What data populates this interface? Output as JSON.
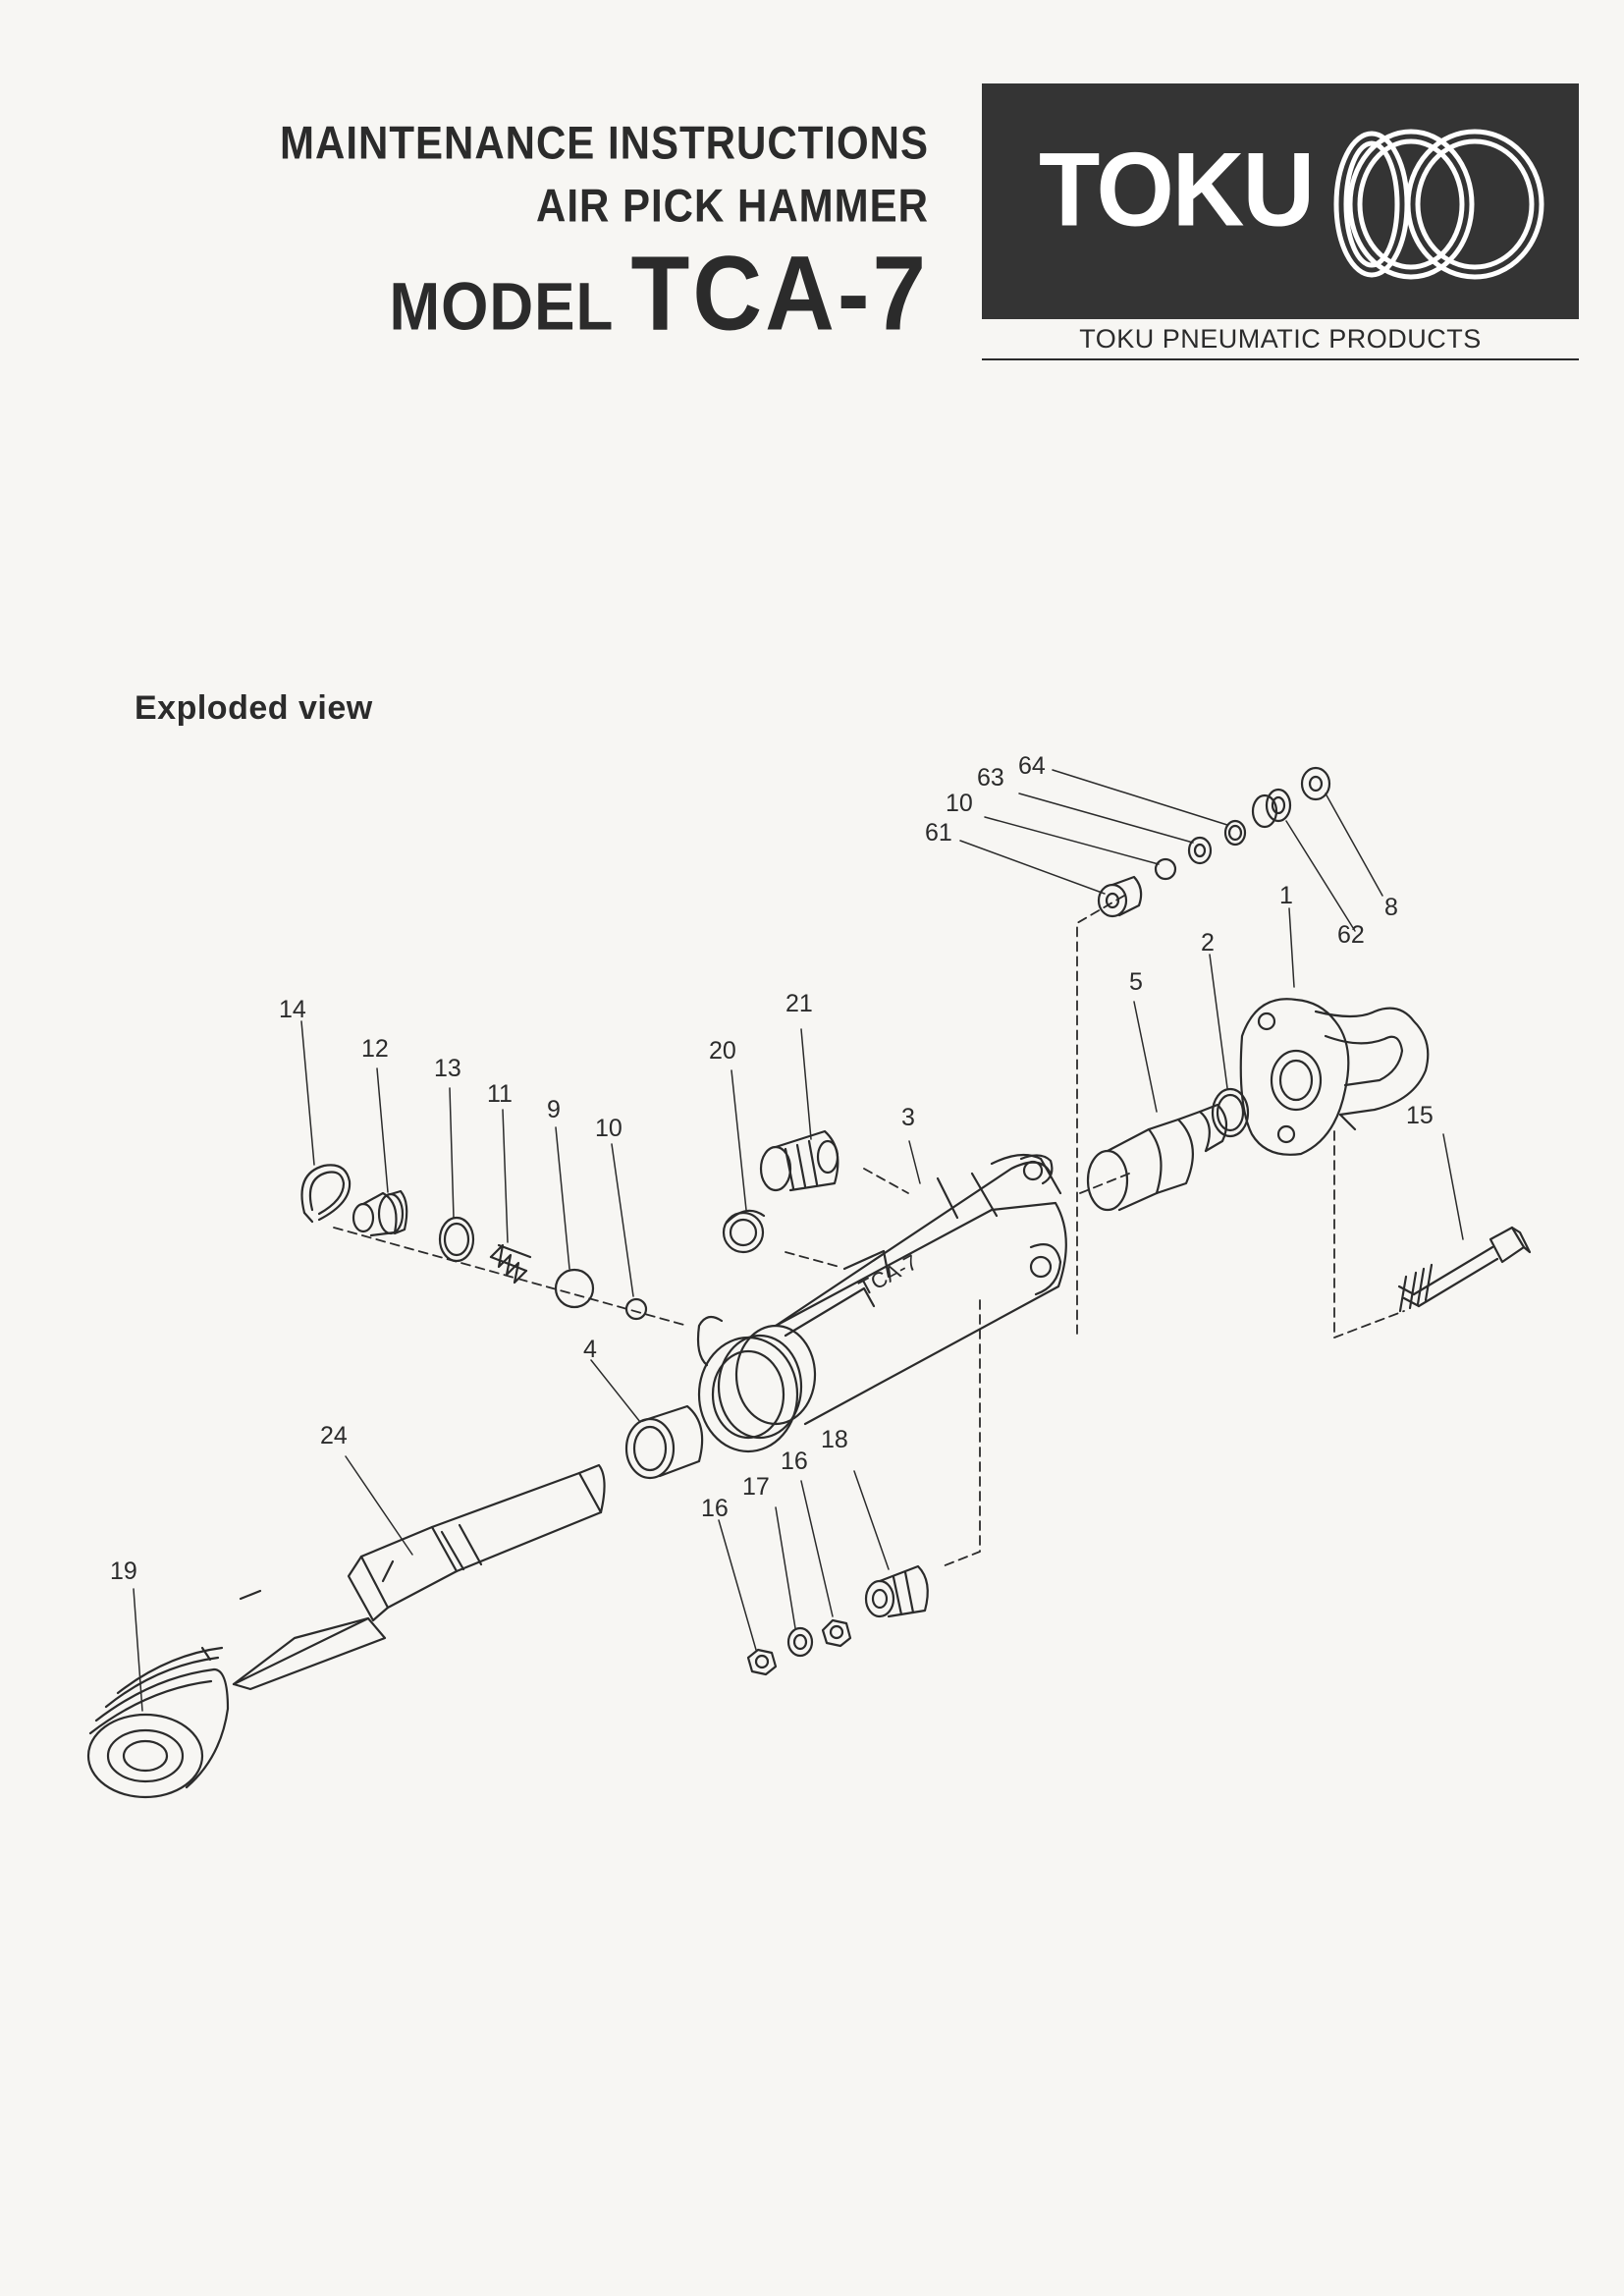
{
  "header": {
    "line1": "MAINTENANCE  INSTRUCTIONS",
    "line2": "AIR  PICK  HAMMER",
    "model_prefix": "MODEL",
    "model_number": "TCA-7"
  },
  "brand": {
    "logo_text": "TOKU",
    "subtitle": "TOKU PNEUMATIC PRODUCTS"
  },
  "section": {
    "title": "Exploded  view"
  },
  "part_numbers": {
    "p64": "64",
    "p63": "63",
    "p10a": "10",
    "p61": "61",
    "p8": "8",
    "p62": "62",
    "p1": "1",
    "p2": "2",
    "p5": "5",
    "p21": "21",
    "p20": "20",
    "p14": "14",
    "p12": "12",
    "p13": "13",
    "p11": "11",
    "p9": "9",
    "p10b": "10",
    "p3": "3",
    "p15": "15",
    "p4": "4",
    "p24": "24",
    "p18": "18",
    "p16a": "16",
    "p17": "17",
    "p16b": "16",
    "p19": "19"
  },
  "colors": {
    "ink": "#2b2b2b",
    "paper": "#f7f6f3",
    "logo_bg": "#343434"
  }
}
